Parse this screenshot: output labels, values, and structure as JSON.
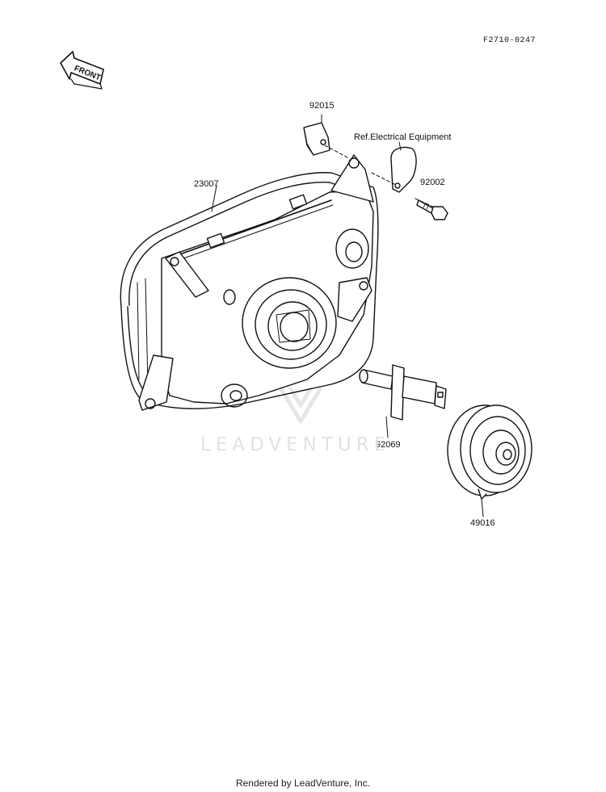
{
  "diagram": {
    "figure_code": "F2710-0247",
    "front_arrow_label": "FRONT",
    "reference_note": "Ref.Electrical Equipment",
    "parts": [
      {
        "number": "92015"
      },
      {
        "number": "23007"
      },
      {
        "number": "92002"
      },
      {
        "number": "92069"
      },
      {
        "number": "49016"
      }
    ]
  },
  "watermark": {
    "text": "LEADVENTURE"
  },
  "footer": {
    "text": "Rendered by LeadVenture, Inc."
  }
}
